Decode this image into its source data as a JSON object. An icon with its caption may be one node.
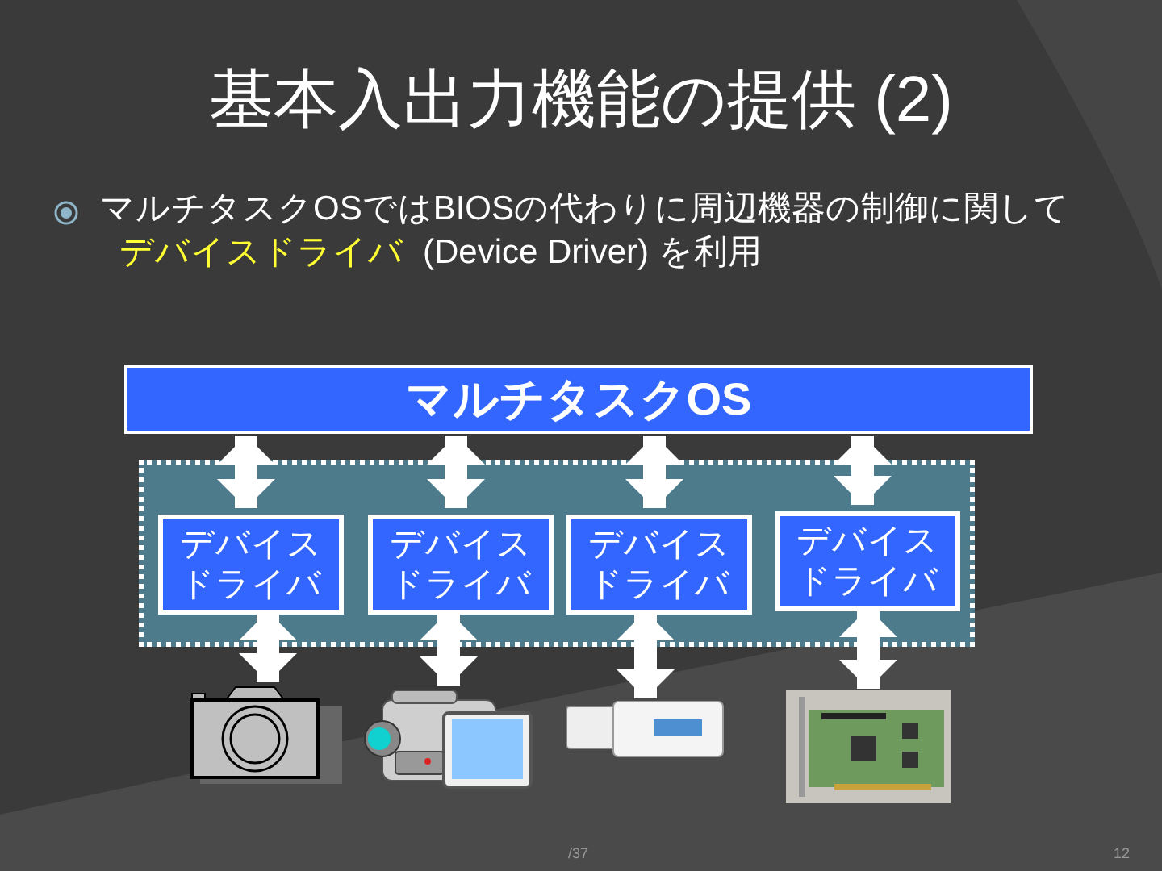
{
  "diagram": {
    "title": "基本入出力機能の提供 (2)",
    "nodes": [
      {
        "text": [
          "マルチタスクOS"
        ]
      },
      {
        "text": [],
        "shape": "box"
      },
      {
        "text": [
          "デバイスドライバ"
        ],
        "in": 1
      },
      {
        "text": [
          "デバイスドライバ"
        ],
        "in": 1
      },
      {
        "text": [
          "デバイスドライバ"
        ],
        "in": 1
      },
      {
        "text": [
          "デバイスドライバ"
        ],
        "in": 1
      },
      {
        "text": [],
        "shape": "picture"
      },
      {
        "text": [],
        "shape": "picture"
      },
      {
        "text": [],
        "shape": "picture"
      },
      {
        "text": [],
        "shape": "picture"
      }
    ],
    "edges": [
      {
        "from": 0,
        "to": 2,
        "arrow": "both"
      },
      {
        "from": 0,
        "to": 3,
        "arrow": "both"
      },
      {
        "from": 0,
        "to": 4,
        "arrow": "both"
      },
      {
        "from": 0,
        "to": 5,
        "arrow": "both"
      },
      {
        "from": 2,
        "to": 6,
        "arrow": "both"
      },
      {
        "from": 3,
        "to": 7,
        "arrow": "both"
      },
      {
        "from": 4,
        "to": 8,
        "arrow": "both"
      },
      {
        "from": 5,
        "to": 9,
        "arrow": "both"
      }
    ],
    "labels": [
      "マルチタスクOSではBIOSの代わりに周辺機器の制御に関して",
      "デバイスドライバ",
      "(Device Driver) を利用",
      "/37",
      "12"
    ]
  }
}
